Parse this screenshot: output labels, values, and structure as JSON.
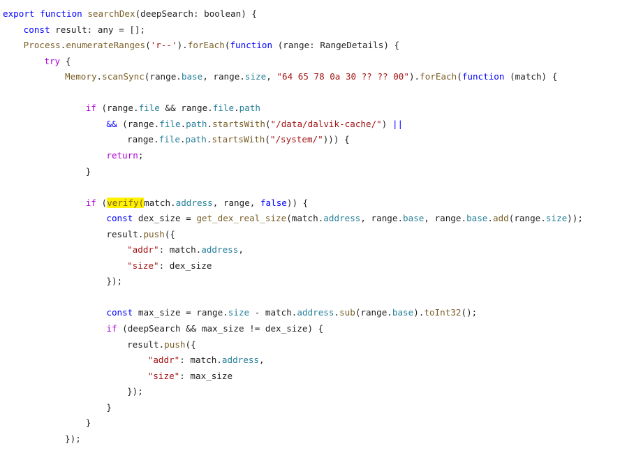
{
  "theme": {
    "background": "#ffffff",
    "text": "#1f1f1f",
    "keyword": "#af00db",
    "storage": "#0000ff",
    "function": "#795e26",
    "string": "#a31515",
    "property": "#267f99",
    "highlight": "#fff200"
  },
  "code": {
    "lines": [
      {
        "indent": 0,
        "tokens": [
          [
            "export function ",
            "kw2"
          ],
          [
            "searchDex",
            "fn"
          ],
          [
            "(deepSearch: boolean) {",
            "plain"
          ]
        ]
      },
      {
        "indent": 4,
        "tokens": [
          [
            "const",
            "kw2"
          ],
          [
            " result: any = [];",
            "plain"
          ]
        ]
      },
      {
        "indent": 4,
        "tokens": [
          [
            "Process",
            "fn"
          ],
          [
            ".",
            "plain"
          ],
          [
            "enumerateRanges",
            "fn"
          ],
          [
            "(",
            "plain"
          ],
          [
            "'r--'",
            "str"
          ],
          [
            ").",
            "plain"
          ],
          [
            "forEach",
            "fn"
          ],
          [
            "(",
            "plain"
          ],
          [
            "function",
            "kw2"
          ],
          [
            " (range: RangeDetails) {",
            "plain"
          ]
        ]
      },
      {
        "indent": 8,
        "tokens": [
          [
            "try",
            "kw"
          ],
          [
            " {",
            "plain"
          ]
        ]
      },
      {
        "indent": 12,
        "tokens": [
          [
            "Memory",
            "fn"
          ],
          [
            ".",
            "plain"
          ],
          [
            "scanSync",
            "fn"
          ],
          [
            "(range.",
            "plain"
          ],
          [
            "base",
            "prop"
          ],
          [
            ", range.",
            "plain"
          ],
          [
            "size",
            "prop"
          ],
          [
            ", ",
            "plain"
          ],
          [
            "\"64 65 78 0a 30 ?? ?? 00\"",
            "str"
          ],
          [
            ").",
            "plain"
          ],
          [
            "forEach",
            "fn"
          ],
          [
            "(",
            "plain"
          ],
          [
            "function",
            "kw2"
          ],
          [
            " (match) {",
            "plain"
          ]
        ]
      },
      {
        "indent": 0,
        "tokens": []
      },
      {
        "indent": 16,
        "tokens": [
          [
            "if",
            "kw"
          ],
          [
            " (range.",
            "plain"
          ],
          [
            "file",
            "prop"
          ],
          [
            " && range.",
            "plain"
          ],
          [
            "file",
            "prop"
          ],
          [
            ".",
            "plain"
          ],
          [
            "path",
            "prop"
          ]
        ]
      },
      {
        "indent": 20,
        "tokens": [
          [
            "&&",
            "kw2"
          ],
          [
            " (range.",
            "plain"
          ],
          [
            "file",
            "prop"
          ],
          [
            ".",
            "plain"
          ],
          [
            "path",
            "prop"
          ],
          [
            ".",
            "plain"
          ],
          [
            "startsWith",
            "fn"
          ],
          [
            "(",
            "plain"
          ],
          [
            "\"/data/dalvik-cache/\"",
            "str"
          ],
          [
            ") ",
            "plain"
          ],
          [
            "||",
            "kw2"
          ]
        ]
      },
      {
        "indent": 24,
        "tokens": [
          [
            "range.",
            "plain"
          ],
          [
            "file",
            "prop"
          ],
          [
            ".",
            "plain"
          ],
          [
            "path",
            "prop"
          ],
          [
            ".",
            "plain"
          ],
          [
            "startsWith",
            "fn"
          ],
          [
            "(",
            "plain"
          ],
          [
            "\"/system/\"",
            "str"
          ],
          [
            "))) {",
            "plain"
          ]
        ]
      },
      {
        "indent": 20,
        "tokens": [
          [
            "return",
            "kw"
          ],
          [
            ";",
            "plain"
          ]
        ]
      },
      {
        "indent": 16,
        "tokens": [
          [
            "}",
            "plain"
          ]
        ]
      },
      {
        "indent": 0,
        "tokens": []
      },
      {
        "indent": 16,
        "tokens": [
          [
            "if",
            "kw"
          ],
          [
            " (",
            "plain"
          ],
          [
            "verify(",
            "fn hl"
          ],
          [
            "match.",
            "plain"
          ],
          [
            "address",
            "prop"
          ],
          [
            ", range, ",
            "plain"
          ],
          [
            "false",
            "kw2"
          ],
          [
            ")) {",
            "plain"
          ]
        ]
      },
      {
        "indent": 20,
        "tokens": [
          [
            "const",
            "kw2"
          ],
          [
            " dex_size = ",
            "plain"
          ],
          [
            "get_dex_real_size",
            "fn"
          ],
          [
            "(match.",
            "plain"
          ],
          [
            "address",
            "prop"
          ],
          [
            ", range.",
            "plain"
          ],
          [
            "base",
            "prop"
          ],
          [
            ", range.",
            "plain"
          ],
          [
            "base",
            "prop"
          ],
          [
            ".",
            "plain"
          ],
          [
            "add",
            "fn"
          ],
          [
            "(range.",
            "plain"
          ],
          [
            "size",
            "prop"
          ],
          [
            "));",
            "plain"
          ]
        ]
      },
      {
        "indent": 20,
        "tokens": [
          [
            "result.",
            "plain"
          ],
          [
            "push",
            "fn"
          ],
          [
            "({",
            "plain"
          ]
        ]
      },
      {
        "indent": 24,
        "tokens": [
          [
            "\"addr\"",
            "str"
          ],
          [
            ": match.",
            "plain"
          ],
          [
            "address",
            "prop"
          ],
          [
            ",",
            "plain"
          ]
        ]
      },
      {
        "indent": 24,
        "tokens": [
          [
            "\"size\"",
            "str"
          ],
          [
            ": dex_size",
            "plain"
          ]
        ]
      },
      {
        "indent": 20,
        "tokens": [
          [
            "});",
            "plain"
          ]
        ]
      },
      {
        "indent": 0,
        "tokens": []
      },
      {
        "indent": 20,
        "tokens": [
          [
            "const",
            "kw2"
          ],
          [
            " max_size = range.",
            "plain"
          ],
          [
            "size",
            "prop"
          ],
          [
            " - match.",
            "plain"
          ],
          [
            "address",
            "prop"
          ],
          [
            ".",
            "plain"
          ],
          [
            "sub",
            "fn"
          ],
          [
            "(range.",
            "plain"
          ],
          [
            "base",
            "prop"
          ],
          [
            ").",
            "plain"
          ],
          [
            "toInt32",
            "fn"
          ],
          [
            "();",
            "plain"
          ]
        ]
      },
      {
        "indent": 20,
        "tokens": [
          [
            "if",
            "kw"
          ],
          [
            " (deepSearch && max_size != dex_size) {",
            "plain"
          ]
        ]
      },
      {
        "indent": 24,
        "tokens": [
          [
            "result.",
            "plain"
          ],
          [
            "push",
            "fn"
          ],
          [
            "({",
            "plain"
          ]
        ]
      },
      {
        "indent": 28,
        "tokens": [
          [
            "\"addr\"",
            "str"
          ],
          [
            ": match.",
            "plain"
          ],
          [
            "address",
            "prop"
          ],
          [
            ",",
            "plain"
          ]
        ]
      },
      {
        "indent": 28,
        "tokens": [
          [
            "\"size\"",
            "str"
          ],
          [
            ": max_size",
            "plain"
          ]
        ]
      },
      {
        "indent": 24,
        "tokens": [
          [
            "});",
            "plain"
          ]
        ]
      },
      {
        "indent": 20,
        "tokens": [
          [
            "}",
            "plain"
          ]
        ]
      },
      {
        "indent": 16,
        "tokens": [
          [
            "}",
            "plain"
          ]
        ]
      },
      {
        "indent": 12,
        "tokens": [
          [
            "});",
            "plain"
          ]
        ]
      }
    ]
  }
}
